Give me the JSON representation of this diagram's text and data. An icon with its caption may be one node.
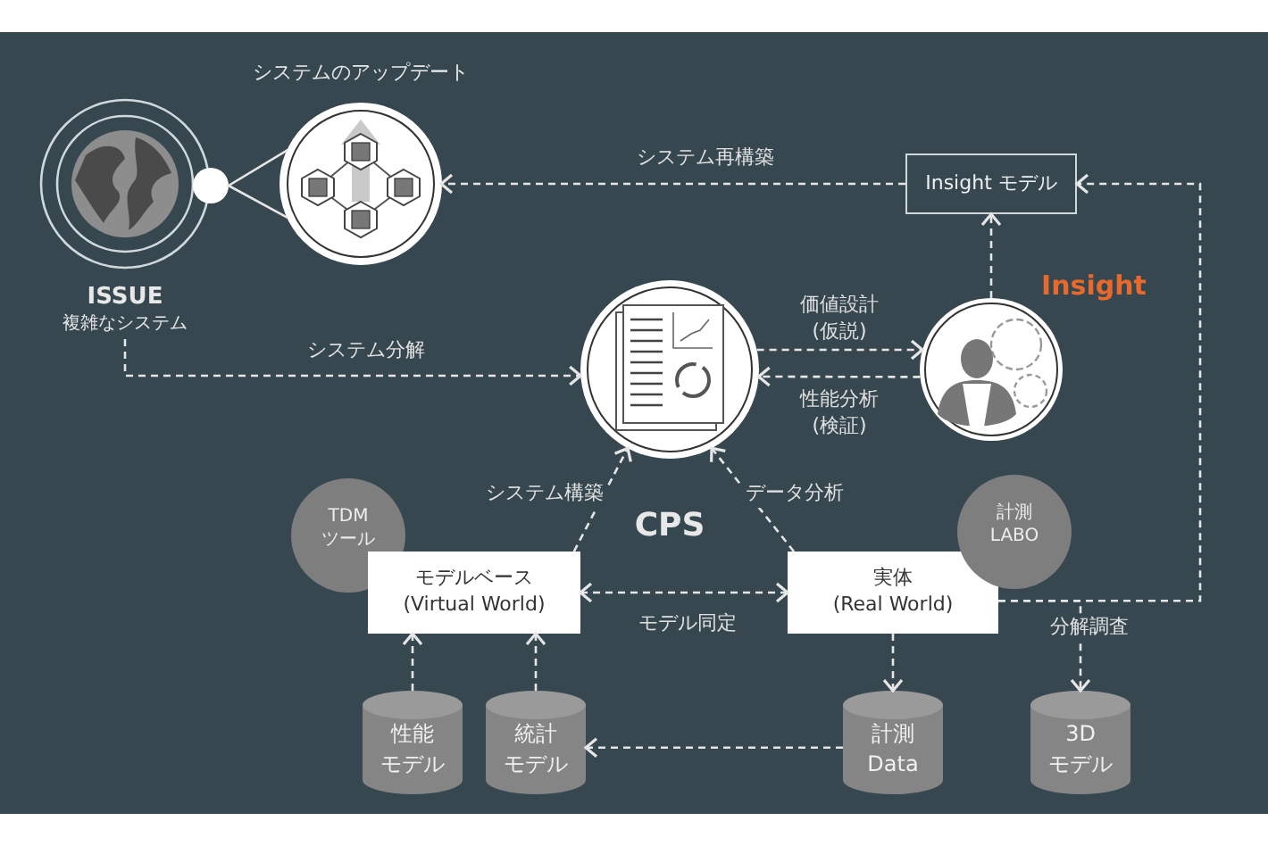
{
  "diagram": {
    "nodes": [
      {
        "text": [
          "ISSUE",
          "複雑なシステム"
        ]
      },
      {
        "text": [],
        "shape": "circle"
      },
      {
        "text": [
          "システムのアップデート"
        ]
      },
      {
        "text": [
          "Insight モデル"
        ]
      },
      {
        "text": [
          "CPS"
        ]
      },
      {
        "text": [],
        "shape": "picture",
        "beside": [
          "Insight"
        ]
      },
      {
        "text": [
          "TDM ツール"
        ]
      },
      {
        "text": [
          "モデルベース",
          "(Virtual World)"
        ]
      },
      {
        "text": [
          "実体",
          "(Real World)"
        ]
      },
      {
        "text": [
          "計測 LABO"
        ]
      },
      {
        "text": [
          "性能",
          "モデル"
        ]
      },
      {
        "text": [
          "統計",
          "モデル"
        ]
      },
      {
        "text": [
          "計測",
          "Data"
        ]
      },
      {
        "text": [
          "3D",
          "モデル"
        ]
      }
    ],
    "edges": [
      {
        "from": 3,
        "to": 2,
        "arrow": "to",
        "label": "システム再構築",
        "style": "dashed"
      },
      {
        "from": 1,
        "to": 2,
        "arrow": "none"
      },
      {
        "from": 0,
        "to": 4,
        "arrow": "to",
        "label": "システム分解",
        "style": "dashed"
      },
      {
        "from": 4,
        "to": 5,
        "arrow": "to",
        "label": "価値設計 (仮説)",
        "style": "dashed"
      },
      {
        "from": 5,
        "to": 4,
        "arrow": "to",
        "label": "性能分析 (検証)",
        "style": "dashed"
      },
      {
        "from": 5,
        "to": 3,
        "arrow": "to",
        "style": "dashed"
      },
      {
        "from": 7,
        "to": 4,
        "arrow": "to",
        "label": "システム構築",
        "style": "dashed"
      },
      {
        "from": 8,
        "to": 4,
        "arrow": "to",
        "label": "データ分析",
        "style": "dashed"
      },
      {
        "from": 7,
        "to": 8,
        "arrow": "both",
        "label": "モデル同定",
        "style": "dashed"
      },
      {
        "from": 10,
        "to": 7,
        "arrow": "to",
        "style": "dashed"
      },
      {
        "from": 11,
        "to": 7,
        "arrow": "to",
        "style": "dashed"
      },
      {
        "from": 12,
        "to": 11,
        "arrow": "to",
        "style": "dashed"
      },
      {
        "from": 8,
        "to": 12,
        "arrow": "to",
        "style": "dashed"
      },
      {
        "from": 8,
        "to": 3,
        "arrow": "to",
        "style": "dashed"
      },
      {
        "from": 8,
        "to": 13,
        "arrow": "to",
        "label": "分解調査",
        "style": "dashed"
      }
    ]
  }
}
